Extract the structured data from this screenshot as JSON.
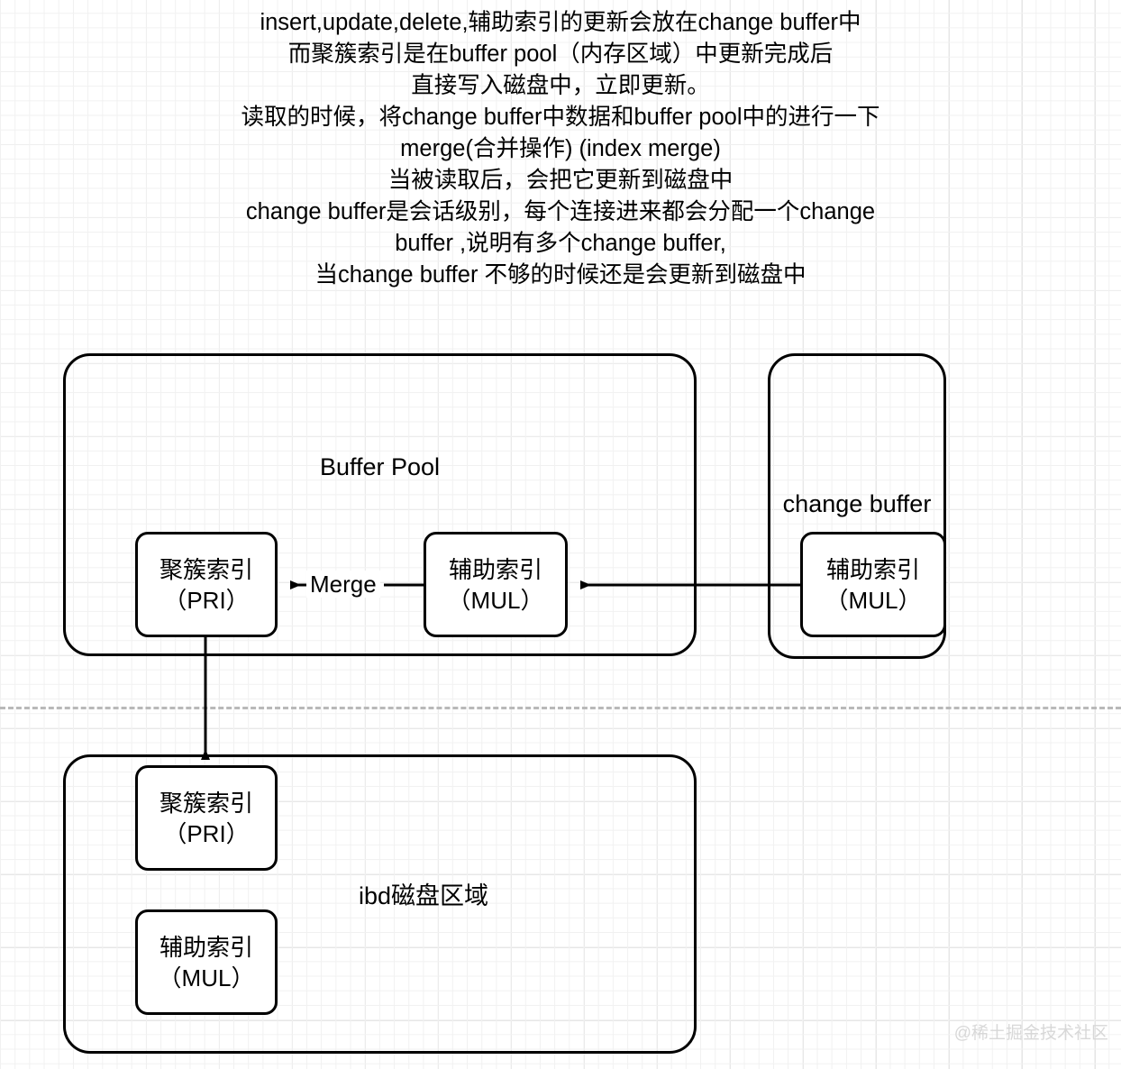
{
  "note": {
    "lines": [
      "insert,update,delete,辅助索引的更新会放在change buffer中",
      "而聚簇索引是在buffer pool（内存区域）中更新完成后",
      "直接写入磁盘中，立即更新。",
      "读取的时候，将change buffer中数据和buffer pool中的进行一下",
      "merge(合并操作) (index merge)",
      "当被读取后，会把它更新到磁盘中",
      "change buffer是会话级别，每个连接进来都会分配一个change",
      "buffer ,说明有多个change buffer,",
      "当change buffer 不够的时候还是会更新到磁盘中"
    ]
  },
  "diagram": {
    "buffer_pool": {
      "title": "Buffer Pool",
      "clustered_index": {
        "line1": "聚簇索引",
        "line2": "（PRI）"
      },
      "secondary_index": {
        "line1": "辅助索引",
        "line2": "（MUL）"
      }
    },
    "change_buffer": {
      "title": "change buffer",
      "secondary_index": {
        "line1": "辅助索引",
        "line2": "（MUL）"
      }
    },
    "disk": {
      "title": "ibd磁盘区域",
      "clustered_index": {
        "line1": "聚簇索引",
        "line2": "（PRI）"
      },
      "secondary_index": {
        "line1": "辅助索引",
        "line2": "（MUL）"
      }
    },
    "edges": {
      "merge_label": "Merge"
    }
  },
  "watermark": "@稀土掘金技术社区",
  "colors": {
    "stroke": "#000000",
    "background": "#ffffff",
    "grid_minor": "#f1f1f1",
    "grid_major": "#e4e4e4",
    "separator": "#b9b9b9",
    "watermark": "#d8d8d8"
  }
}
